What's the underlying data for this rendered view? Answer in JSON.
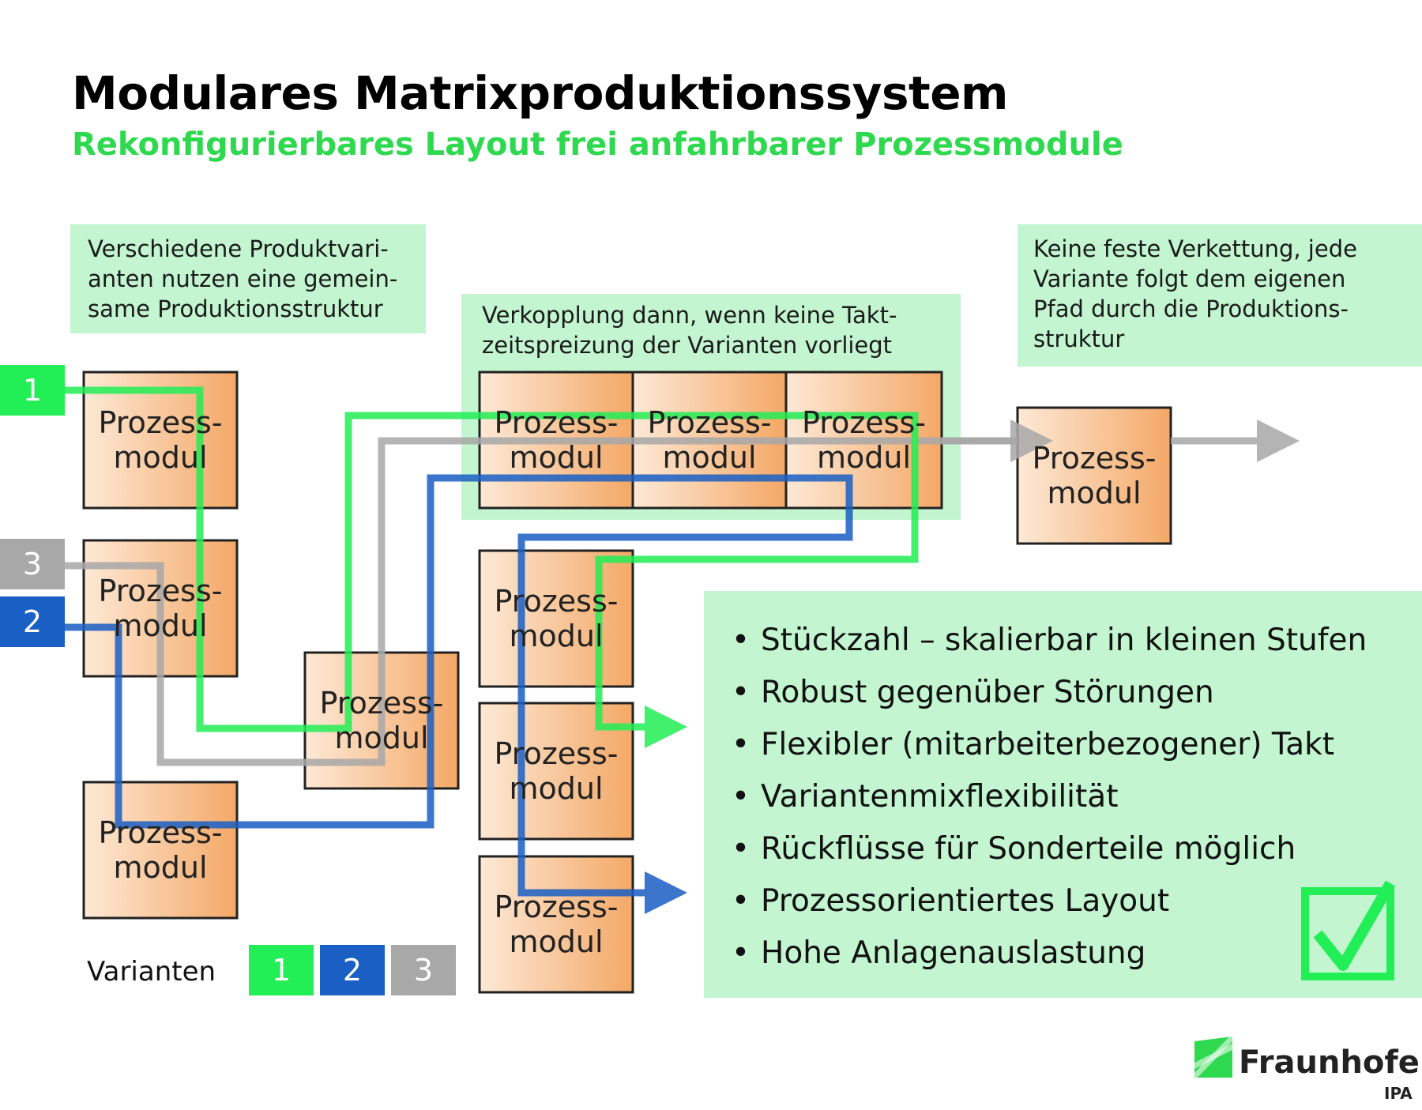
{
  "title": "Modulares Matrixproduktionssystem",
  "subtitle": "Rekonfigurierbares Layout frei anfahrbarer Prozessmodule",
  "notes": {
    "left": "Verschiedene Produktvari-\nanten nutzen eine gemein-\nsame Produktionsstruktur",
    "middle": "Verkopplung dann, wenn keine Takt-\nzeitspreizung der Varianten vorliegt",
    "right": "Keine feste Verkettung, jede\nVariante folgt dem eigenen\nPfad durch die Produktions-\nstruktur"
  },
  "module_label": "Prozess-\nmodul",
  "variant_tags": {
    "v1": "1",
    "v2": "2",
    "v3": "3"
  },
  "benefits": [
    "Stückzahl – skalierbar in kleinen Stufen",
    "Robust gegenüber Störungen",
    "Flexibler (mitarbeiterbezogener) Takt",
    "Variantenmixflexibilität",
    "Rückflüsse für Sonderteile möglich",
    "Prozessorientiertes Layout",
    "Hohe Anlagenauslastung"
  ],
  "legend": {
    "label": "Varianten",
    "items": [
      "1",
      "2",
      "3"
    ]
  },
  "colors": {
    "variant1": "#22ee55",
    "variant2": "#1a5fc4",
    "variant3": "#a8a8a8",
    "note_bg": "#c2f5d0",
    "accent": "#2fd94f"
  },
  "logo": {
    "name": "Fraunhofer",
    "sub": "IPA"
  },
  "icons": {
    "check": "checkmark-icon"
  }
}
